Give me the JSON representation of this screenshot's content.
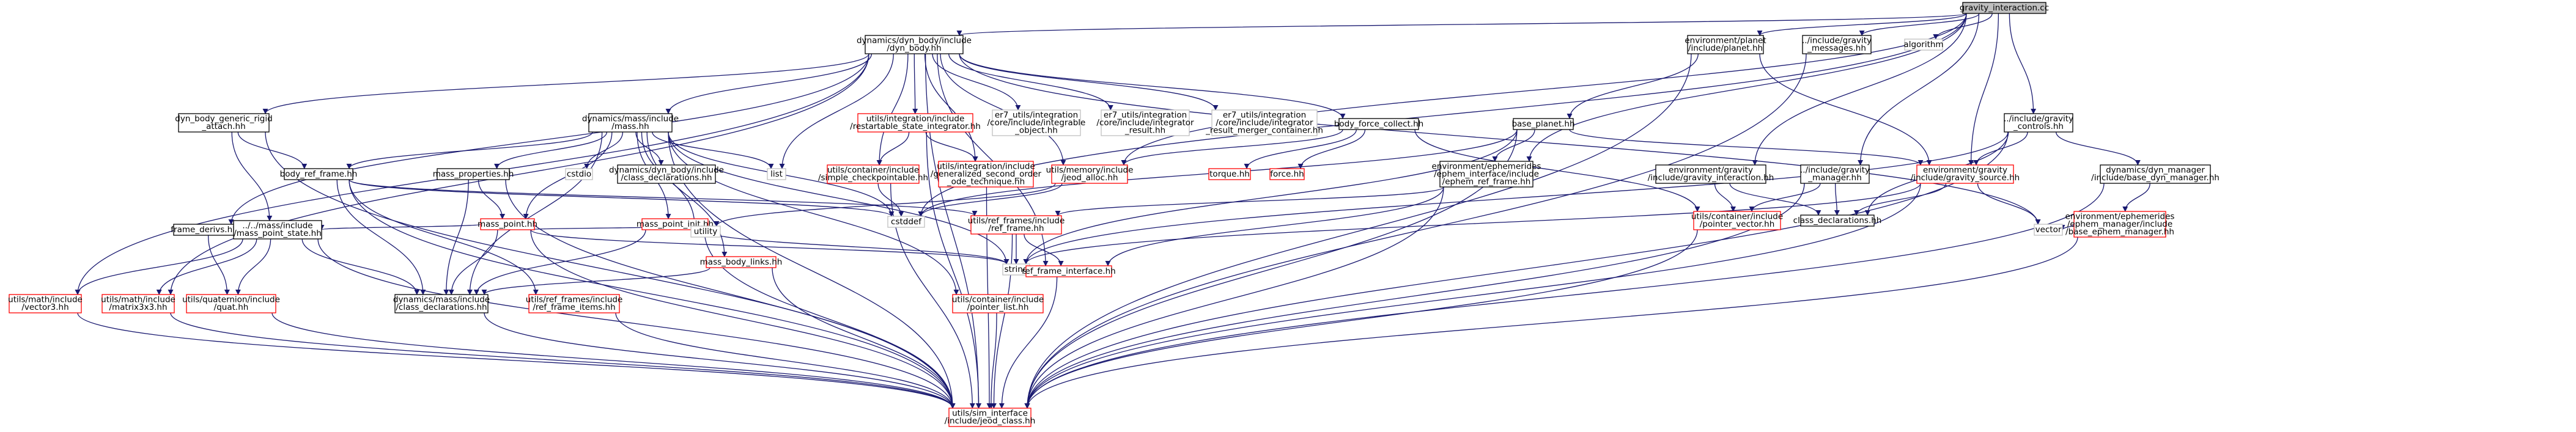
{
  "colors": {
    "root_fill": "#bfbfbf",
    "node_border": "#000000",
    "missing_border": "#ff0000",
    "ghost_border": "#bfbfbf",
    "edge": "#191970",
    "text": "#000000"
  },
  "nodes": [
    {
      "id": "gravity_interaction_cc",
      "lines": [
        "gravity_interaction.cc"
      ],
      "kind": "root"
    },
    {
      "id": "dyn_body_hh",
      "lines": [
        "dynamics/dyn_body/include",
        "/dyn_body.hh"
      ],
      "kind": "normal"
    },
    {
      "id": "planet_hh",
      "lines": [
        "environment/planet",
        "/include/planet.hh"
      ],
      "kind": "normal"
    },
    {
      "id": "gravity_controls_hh",
      "lines": [
        "../include/gravity",
        "_controls.hh"
      ],
      "kind": "normal"
    },
    {
      "id": "gravity_messages_hh",
      "lines": [
        "../include/gravity",
        "_messages.hh"
      ],
      "kind": "normal"
    },
    {
      "id": "algorithm",
      "lines": [
        "algorithm"
      ],
      "kind": "ghost"
    },
    {
      "id": "dyn_body_generic_rigid_attach_hh",
      "lines": [
        "dyn_body_generic_rigid",
        "_attach.hh"
      ],
      "kind": "normal"
    },
    {
      "id": "mass_hh",
      "lines": [
        "dynamics/mass/include",
        "/mass.hh"
      ],
      "kind": "normal"
    },
    {
      "id": "restartable_state_integrator_hh",
      "lines": [
        "utils/integration/include",
        "/restartable_state_integrator.hh"
      ],
      "kind": "missing"
    },
    {
      "id": "integrable_object_hh",
      "lines": [
        "er7_utils/integration",
        "/core/include/integrable",
        "_object.hh"
      ],
      "kind": "ghost"
    },
    {
      "id": "integrator_result_hh",
      "lines": [
        "er7_utils/integration",
        "/core/include/integrator",
        "_result.hh"
      ],
      "kind": "ghost"
    },
    {
      "id": "integrator_result_merger_container_hh",
      "lines": [
        "er7_utils/integration",
        "/core/include/integrator",
        "_result_merger_container.hh"
      ],
      "kind": "ghost"
    },
    {
      "id": "body_force_collect_hh",
      "lines": [
        "body_force_collect.hh"
      ],
      "kind": "normal"
    },
    {
      "id": "base_planet_hh",
      "lines": [
        "base_planet.hh"
      ],
      "kind": "normal"
    },
    {
      "id": "gravity_manager_hh",
      "lines": [
        "../include/gravity",
        "_manager.hh"
      ],
      "kind": "normal"
    },
    {
      "id": "ephem_ref_frame_hh",
      "lines": [
        "environment/ephemerides",
        "/ephem_interface/include",
        "/ephem_ref_frame.hh"
      ],
      "kind": "normal"
    },
    {
      "id": "env_gravity_interaction_hh",
      "lines": [
        "environment/gravity",
        "/include/gravity_interaction.hh"
      ],
      "kind": "normal"
    },
    {
      "id": "gravity_source_hh",
      "lines": [
        "environment/gravity",
        "/include/gravity_source.hh"
      ],
      "kind": "missing"
    },
    {
      "id": "base_dyn_manager_hh",
      "lines": [
        "dynamics/dyn_manager",
        "/include/base_dyn_manager.hh"
      ],
      "kind": "normal"
    },
    {
      "id": "body_ref_frame_hh",
      "lines": [
        "body_ref_frame.hh"
      ],
      "kind": "normal"
    },
    {
      "id": "mass_properties_hh",
      "lines": [
        "mass_properties.hh"
      ],
      "kind": "normal"
    },
    {
      "id": "cstdio",
      "lines": [
        "cstdio"
      ],
      "kind": "ghost"
    },
    {
      "id": "dyn_body_class_declarations_hh",
      "lines": [
        "dynamics/dyn_body/include",
        "/class_declarations.hh"
      ],
      "kind": "normal"
    },
    {
      "id": "list",
      "lines": [
        "list"
      ],
      "kind": "ghost"
    },
    {
      "id": "simple_checkpointable_hh",
      "lines": [
        "utils/container/include",
        "/simple_checkpointable.hh"
      ],
      "kind": "missing"
    },
    {
      "id": "generalized_second_order_ode_technique_hh",
      "lines": [
        "utils/integration/include",
        "/generalized_second_order",
        "_ode_technique.hh"
      ],
      "kind": "missing"
    },
    {
      "id": "jeod_alloc_hh",
      "lines": [
        "utils/memory/include",
        "/jeod_alloc.hh"
      ],
      "kind": "missing"
    },
    {
      "id": "torque_hh",
      "lines": [
        "torque.hh"
      ],
      "kind": "missing"
    },
    {
      "id": "force_hh",
      "lines": [
        "force.hh"
      ],
      "kind": "missing"
    },
    {
      "id": "pointer_vector_hh",
      "lines": [
        "utils/container/include",
        "/pointer_vector.hh"
      ],
      "kind": "missing"
    },
    {
      "id": "gravity_class_declarations_hh",
      "lines": [
        "class_declarations.hh"
      ],
      "kind": "normal"
    },
    {
      "id": "base_ephem_manager_hh",
      "lines": [
        "environment/ephemerides",
        "/ephem_manager/include",
        "/base_ephem_manager.hh"
      ],
      "kind": "missing"
    },
    {
      "id": "vector",
      "lines": [
        "vector"
      ],
      "kind": "ghost"
    },
    {
      "id": "frame_derivs_hh",
      "lines": [
        "frame_derivs.hh"
      ],
      "kind": "normal"
    },
    {
      "id": "mass_point_state_hh",
      "lines": [
        "../../mass/include",
        "/mass_point_state.hh"
      ],
      "kind": "normal"
    },
    {
      "id": "mass_point_hh",
      "lines": [
        "mass_point.hh"
      ],
      "kind": "missing"
    },
    {
      "id": "mass_point_init_hh",
      "lines": [
        "mass_point_init.hh"
      ],
      "kind": "missing"
    },
    {
      "id": "mass_body_links_hh",
      "lines": [
        "mass_body_links.hh"
      ],
      "kind": "missing"
    },
    {
      "id": "ref_frame_hh",
      "lines": [
        "utils/ref_frames/include",
        "/ref_frame.hh"
      ],
      "kind": "missing"
    },
    {
      "id": "cstddef",
      "lines": [
        "cstddef"
      ],
      "kind": "ghost"
    },
    {
      "id": "utility",
      "lines": [
        "utility"
      ],
      "kind": "ghost"
    },
    {
      "id": "string",
      "lines": [
        "string"
      ],
      "kind": "ghost"
    },
    {
      "id": "ref_frame_interface_hh",
      "lines": [
        "ref_frame_interface.hh"
      ],
      "kind": "missing"
    },
    {
      "id": "vector3_hh",
      "lines": [
        "utils/math/include",
        "/vector3.hh"
      ],
      "kind": "missing"
    },
    {
      "id": "matrix3x3_hh",
      "lines": [
        "utils/math/include",
        "/matrix3x3.hh"
      ],
      "kind": "missing"
    },
    {
      "id": "quat_hh",
      "lines": [
        "utils/quaternion/include",
        "/quat.hh"
      ],
      "kind": "missing"
    },
    {
      "id": "mass_class_declarations_hh",
      "lines": [
        "dynamics/mass/include",
        "/class_declarations.hh"
      ],
      "kind": "normal"
    },
    {
      "id": "ref_frame_items_hh",
      "lines": [
        "utils/ref_frames/include",
        "/ref_frame_items.hh"
      ],
      "kind": "missing"
    },
    {
      "id": "pointer_list_hh",
      "lines": [
        "utils/container/include",
        "/pointer_list.hh"
      ],
      "kind": "missing"
    },
    {
      "id": "jeod_class_hh",
      "lines": [
        "utils/sim_interface",
        "/include/jeod_class.hh"
      ],
      "kind": "missing"
    }
  ]
}
